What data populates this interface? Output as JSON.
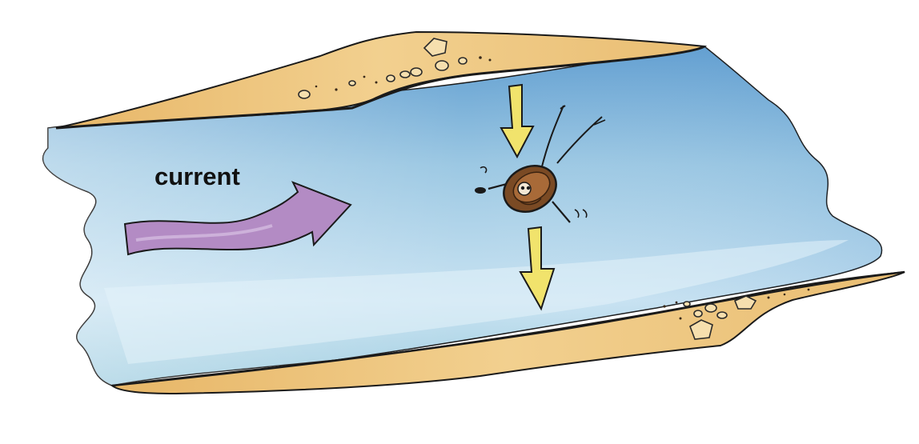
{
  "labels": {
    "current": "current"
  },
  "colors": {
    "water": "#9cc8e3",
    "water_light": "#d7ecf6",
    "water_deep": "#5f9dd0",
    "sand": "#e9bd72",
    "sand_light": "#f4d79c",
    "current_arrow": "#b38bc4",
    "force_arrow": "#f1e36c",
    "boat": "#7a4a24",
    "outline": "#1a1a1a"
  },
  "icons": {
    "current_arrow": "wavy-arrow-right",
    "boat": "rowing-boat",
    "force_arrows": "arrow-down"
  }
}
